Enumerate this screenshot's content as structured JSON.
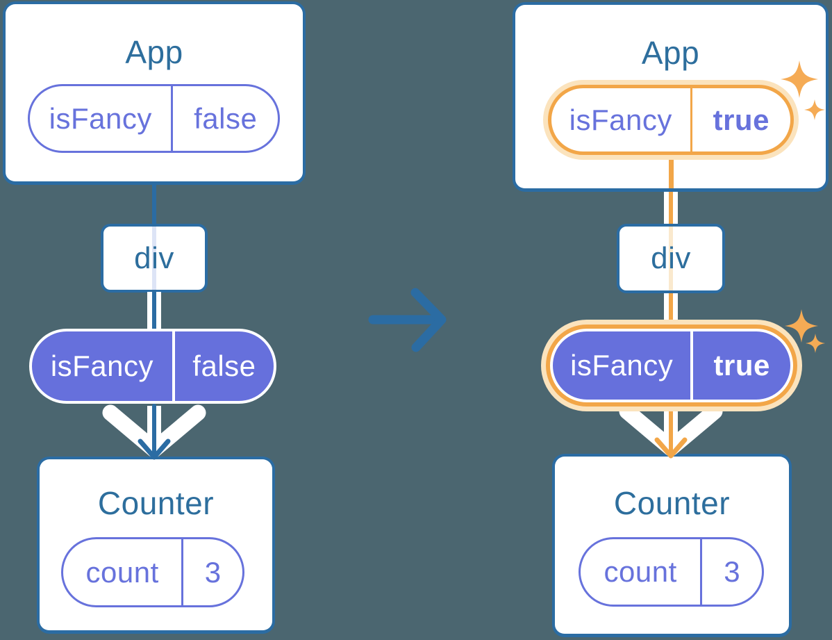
{
  "colors": {
    "bg": "#4B6670",
    "blue": "#2B6CA3",
    "title": "#2D6E9D",
    "purple": "#6670DC",
    "purple_text": "#6772DC",
    "lavender_line": "#DDE4F6",
    "orange": "#F2A648",
    "orange_pale": "#FBE3BD",
    "orange_faint": "#FAE9CE",
    "sparkle": "#F5AB55",
    "white": "#FFFFFF"
  },
  "left_tree": {
    "app": {
      "title": "App",
      "state_pill": {
        "name": "isFancy",
        "value": "false"
      }
    },
    "div_box": {
      "label": "div"
    },
    "prop_pill": {
      "name": "isFancy",
      "value": "false"
    },
    "counter": {
      "title": "Counter",
      "state_pill": {
        "name": "count",
        "value": "3"
      }
    }
  },
  "right_tree": {
    "app": {
      "title": "App",
      "state_pill": {
        "name": "isFancy",
        "value": "true"
      }
    },
    "div_box": {
      "label": "div"
    },
    "prop_pill": {
      "name": "isFancy",
      "value": "true"
    },
    "counter": {
      "title": "Counter",
      "state_pill": {
        "name": "count",
        "value": "3"
      }
    }
  }
}
